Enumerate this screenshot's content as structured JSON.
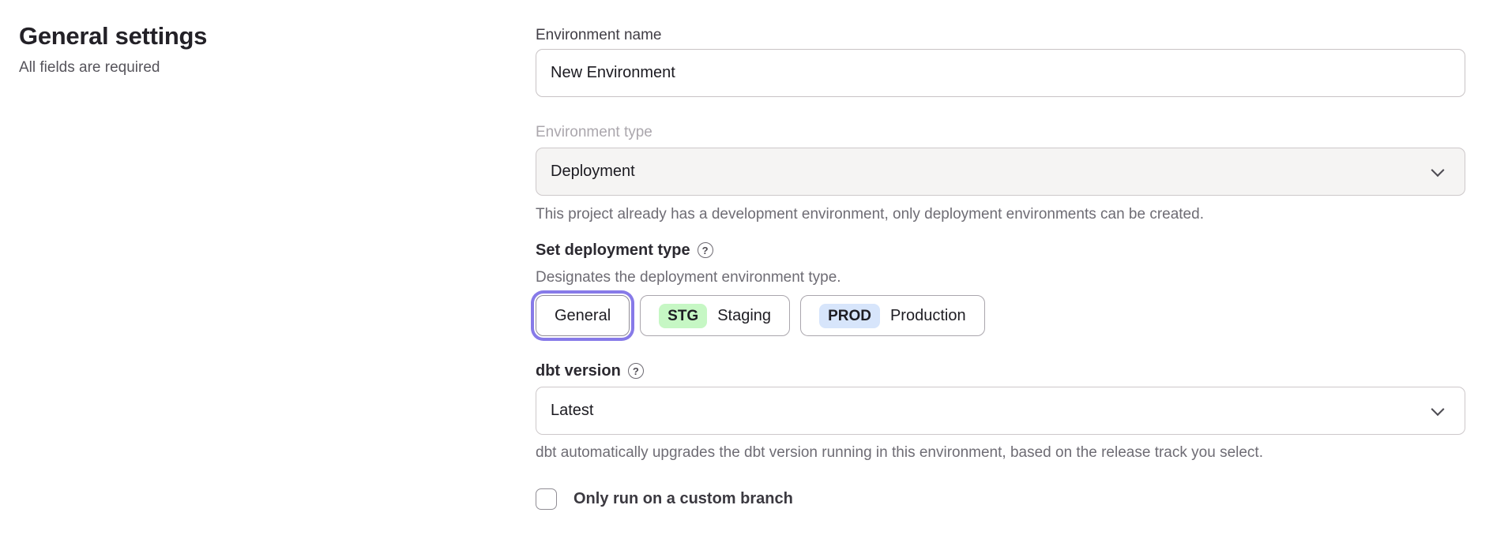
{
  "header": {
    "title": "General settings",
    "subtitle": "All fields are required"
  },
  "form": {
    "environment_name": {
      "label": "Environment name",
      "value": "New Environment"
    },
    "environment_type": {
      "label": "Environment type",
      "value": "Deployment",
      "disabled": true,
      "helper": "This project already has a development environment, only deployment environments can be created."
    },
    "deployment_type": {
      "label": "Set deployment type",
      "help_icon": "?",
      "helper": "Designates the deployment environment type.",
      "options": [
        {
          "label": "General",
          "selected": true
        },
        {
          "badge": "STG",
          "label": "Staging",
          "selected": false
        },
        {
          "badge": "PROD",
          "label": "Production",
          "selected": false
        }
      ]
    },
    "dbt_version": {
      "label": "dbt version",
      "help_icon": "?",
      "value": "Latest",
      "helper": "dbt automatically upgrades the dbt version running in this environment, based on the release track you select."
    },
    "custom_branch": {
      "label": "Only run on a custom branch",
      "checked": false
    }
  },
  "icons": {
    "chevron": "chevron-down-icon",
    "help": "help-circle-icon"
  },
  "colors": {
    "accent_focus_ring": "#877ae8",
    "stg_badge_bg": "#c6f7c4",
    "prod_badge_bg": "#d7e5fb",
    "disabled_field_bg": "#f5f4f3",
    "helper_text": "#6e6c74"
  }
}
